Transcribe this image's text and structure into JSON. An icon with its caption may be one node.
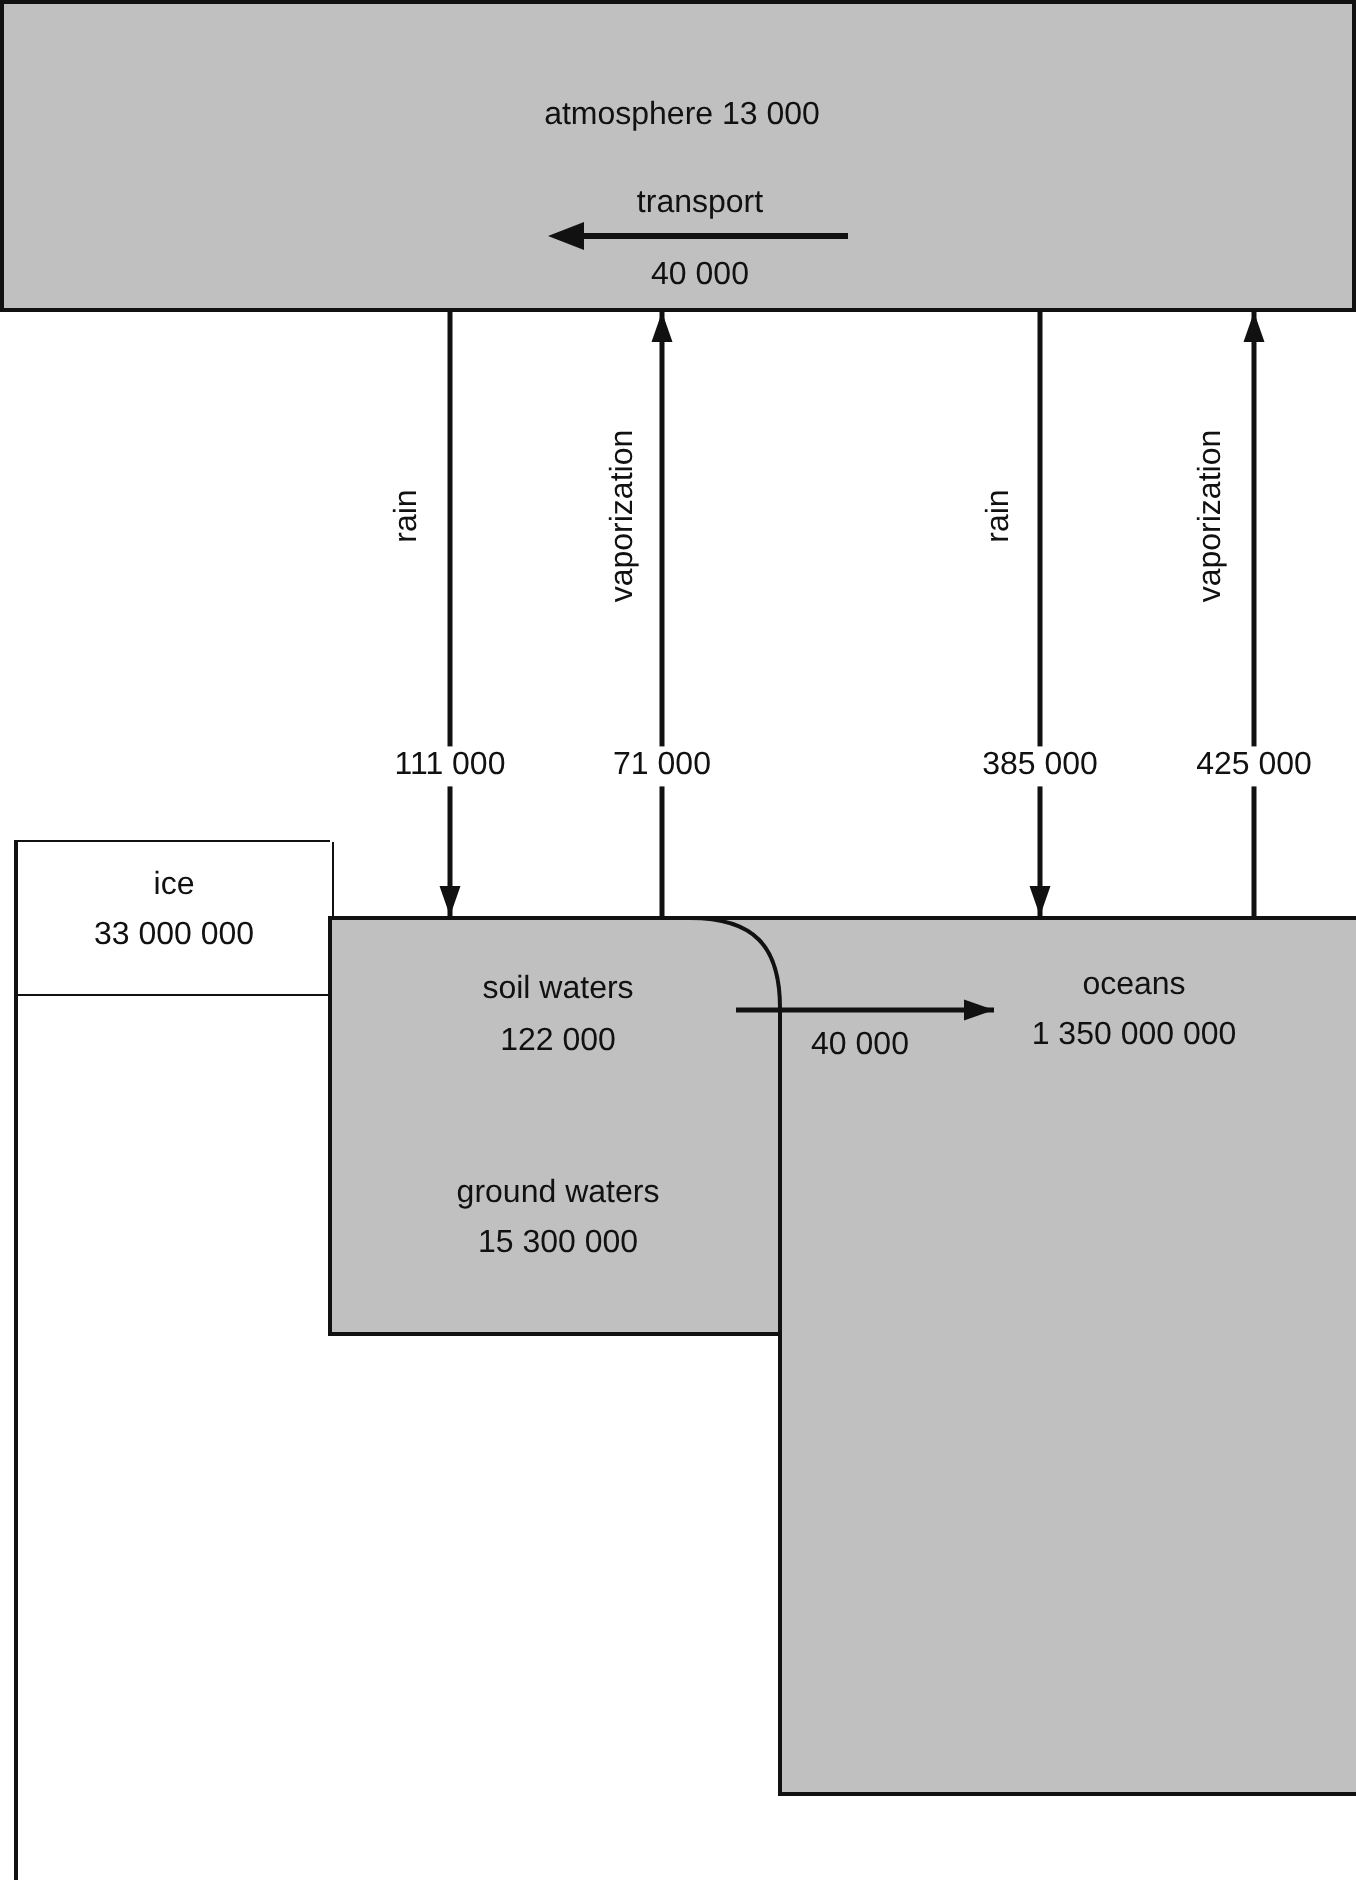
{
  "diagram": {
    "nodes": [
      {
        "text": [
          "atmosphere 13 000",
          "transport",
          "40 000"
        ]
      },
      {
        "text": [
          "ice",
          "33 000 000"
        ]
      },
      {
        "text": [
          "soil waters",
          "122 000"
        ]
      },
      {
        "text": [
          "ground waters",
          "15 300 000"
        ]
      },
      {
        "text": [
          "oceans",
          "1 350 000 000"
        ]
      }
    ],
    "edges": [
      {
        "from": 0,
        "to": 2,
        "arrow": "to",
        "label": "rain"
      },
      {
        "from": 2,
        "to": 0,
        "arrow": "to",
        "label": "vaporization"
      },
      {
        "from": 0,
        "to": 4,
        "arrow": "to",
        "label": "rain"
      },
      {
        "from": 4,
        "to": 0,
        "arrow": "to",
        "label": "vaporization"
      },
      {
        "from": 2,
        "to": 4,
        "arrow": "to",
        "label": "40 000"
      }
    ],
    "labels": [
      "111 000",
      "71 000",
      "385 000",
      "425 000"
    ]
  }
}
